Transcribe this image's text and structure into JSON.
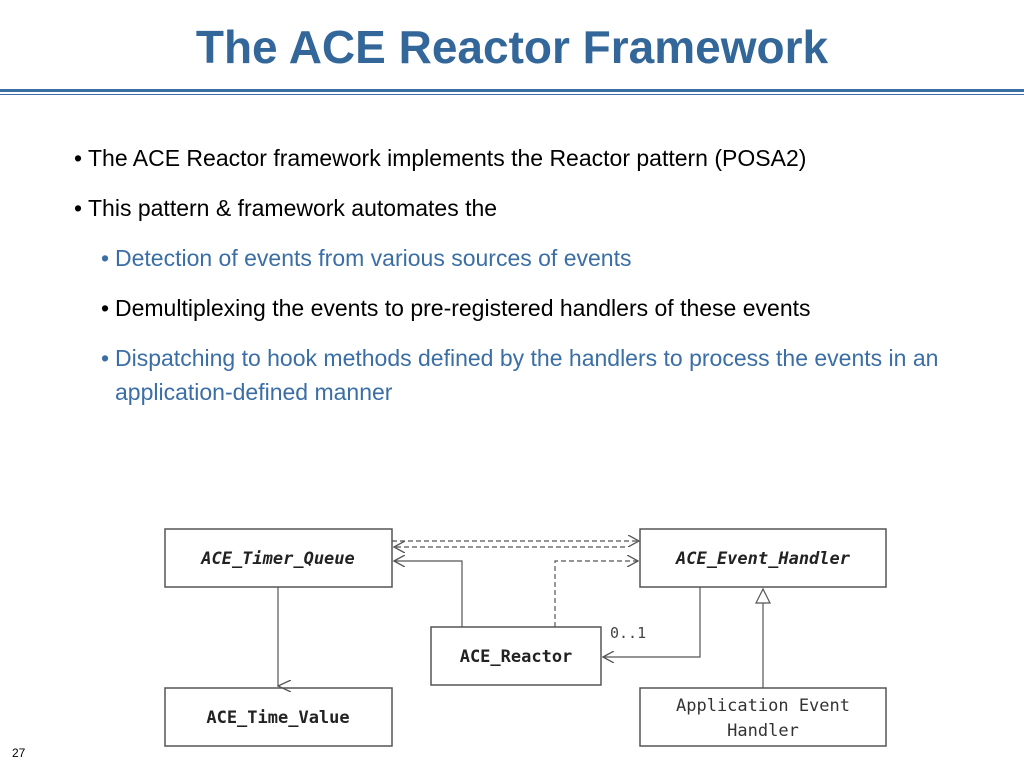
{
  "slide": {
    "title": "The ACE Reactor Framework",
    "number": "27",
    "title_color": "#336699",
    "accent_color": "#3a6ea5"
  },
  "bullets": [
    {
      "level": 1,
      "text": "The ACE Reactor framework implements the Reactor pattern (POSA2)",
      "highlight": false
    },
    {
      "level": 1,
      "text": "This pattern & framework automates the",
      "highlight": false
    },
    {
      "level": 2,
      "text": "Detection of events from various sources of events",
      "highlight": true
    },
    {
      "level": 2,
      "text": "Demultiplexing the events to pre-registered handlers of these events",
      "highlight": false
    },
    {
      "level": 2,
      "text": "Dispatching to hook methods defined by the handlers to process the events in an application-defined manner",
      "highlight": true
    }
  ],
  "diagram": {
    "classes": {
      "timer_queue": "ACE_Timer_Queue",
      "event_handler": "ACE_Event_Handler",
      "reactor": "ACE_Reactor",
      "time_value": "ACE_Time_Value",
      "app_handler_line1": "Application Event",
      "app_handler_line2": "Handler"
    },
    "multiplicity": "0..1"
  }
}
